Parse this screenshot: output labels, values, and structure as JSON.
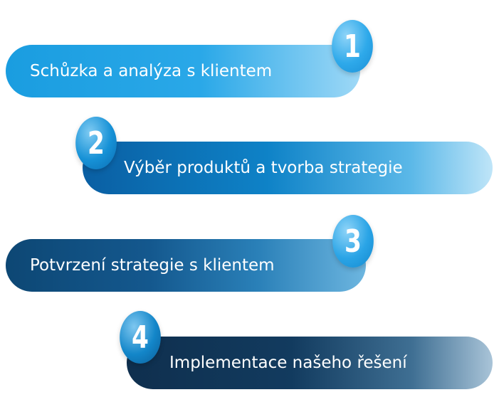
{
  "steps": [
    {
      "number": "1",
      "label": "Schůzka a analýza s klientem"
    },
    {
      "number": "2",
      "label": "Výběr produktů a tvorba strategie"
    },
    {
      "number": "3",
      "label": "Potvrzení strategie s klientem"
    },
    {
      "number": "4",
      "label": "Implementace našeho řešení"
    }
  ],
  "colors": {
    "step1": "#1a9de0",
    "step2": "#0e82c7",
    "step3": "#0d4774",
    "step4": "#0f2f4e",
    "text": "#ffffff"
  }
}
